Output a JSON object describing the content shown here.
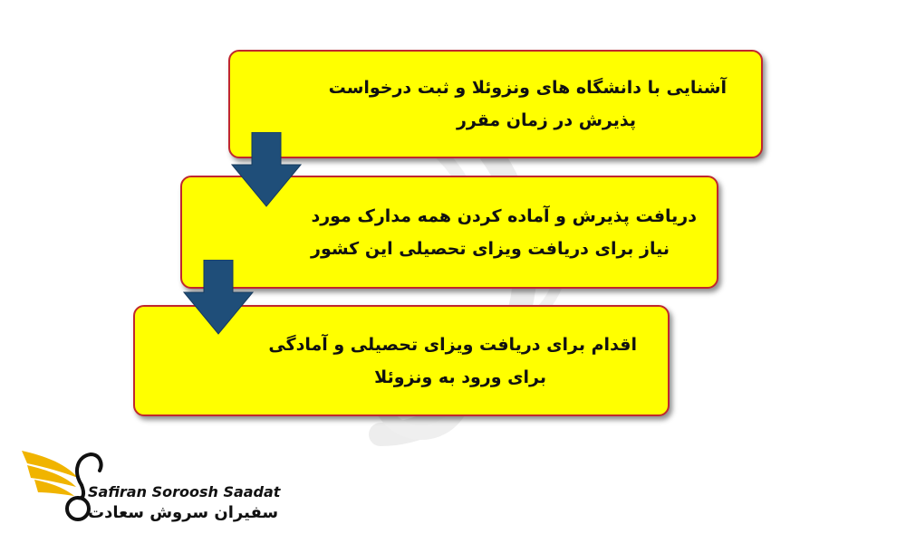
{
  "steps": [
    {
      "line_1": "آشنایی با دانشگاه های ونزوئلا و ثبت درخواست",
      "line_2": "پذیرش در زمان مقرر"
    },
    {
      "line_1": "دریافت پذیرش و آماده کردن همه مدارک مورد",
      "line_2": "نیاز برای دریافت ویزای تحصیلی این کشور"
    },
    {
      "line_1": "اقدام برای دریافت ویزای تحصیلی و آمادگی",
      "line_2": "برای ورود به ونزوئلا"
    }
  ],
  "brand": {
    "name_en": "Safiran Soroosh Saadat",
    "name_fa": "سفیران سروش سعادت"
  },
  "colors": {
    "box_fill": "#ffff00",
    "box_border": "#c0272d",
    "arrow": "#1f4e79",
    "logo_gold": "#f0b400"
  },
  "icons": {
    "arrow": "down-arrow-icon",
    "logo": "eagle-logo-icon",
    "watermark": "watermark-logo"
  }
}
